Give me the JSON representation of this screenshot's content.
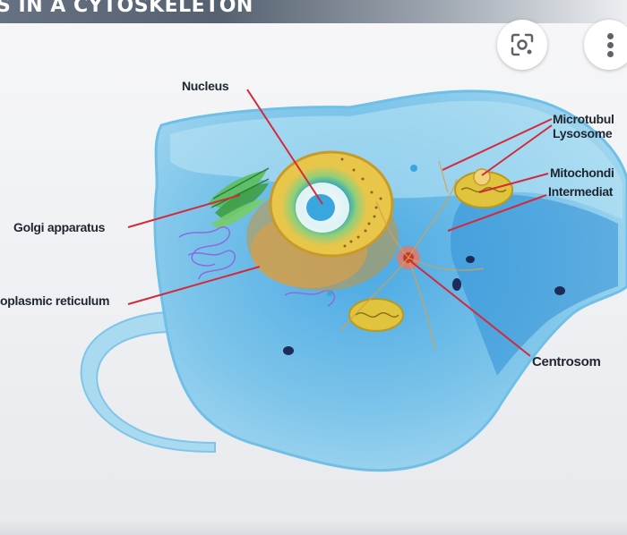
{
  "title": "S IN A CYTOSKELETON",
  "toolbar": {
    "lens_icon": "lens-search-icon",
    "more_icon": "more-vert-icon"
  },
  "labels": {
    "nucleus": "Nucleus",
    "microtubule": "Microtubul",
    "lysosome": "Lysosome",
    "mitochondria": "Mitochondi",
    "intermediate": "Intermediat",
    "golgi": "Golgi apparatus",
    "er": "oplasmic reticulum",
    "centrosome": "Centrosom"
  },
  "colors": {
    "cytoplasm": "#9fd3ee",
    "cell_outline": "#6fbfe6",
    "leader_line": "#d22a3c",
    "nucleus_envelope": "#e8c64a",
    "nucleolus": "#3aa6e0"
  }
}
